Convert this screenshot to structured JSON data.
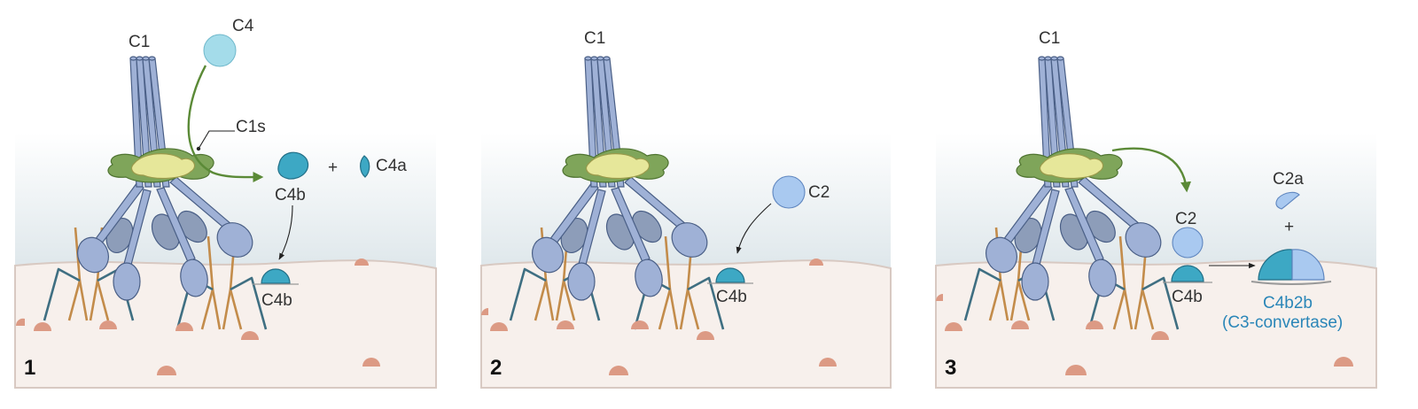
{
  "panels": [
    {
      "number": "1",
      "labels": {
        "c1": "C1",
        "c4": "C4",
        "c1s": "C1s",
        "c4b_cleaved": "C4b",
        "plus": "+",
        "c4a": "C4a",
        "c4b_bound": "C4b"
      }
    },
    {
      "number": "2",
      "labels": {
        "c1": "C1",
        "c2": "C2",
        "c4b": "C4b"
      }
    },
    {
      "number": "3",
      "labels": {
        "c1": "C1",
        "c2": "C2",
        "c4b": "C4b",
        "c2a": "C2a",
        "plus": "+",
        "product": "C4b2b",
        "product_note": "(C3-convertase)"
      }
    }
  ],
  "colors": {
    "membrane": "#f7f0ec",
    "fluid_top": "#ffffff",
    "fluid_bottom": "#dde6ea",
    "c1_protein": "#9fb1d6",
    "c1r": "#7fa55a",
    "c1s": "#e6e79a",
    "c4b": "#3da8c4",
    "c2": "#a9c9f0",
    "antibody_heavy": "#c38c4b",
    "antibody_light": "#3f6f82",
    "arrow": "#5b8a37",
    "product_label": "#2a86b8"
  }
}
